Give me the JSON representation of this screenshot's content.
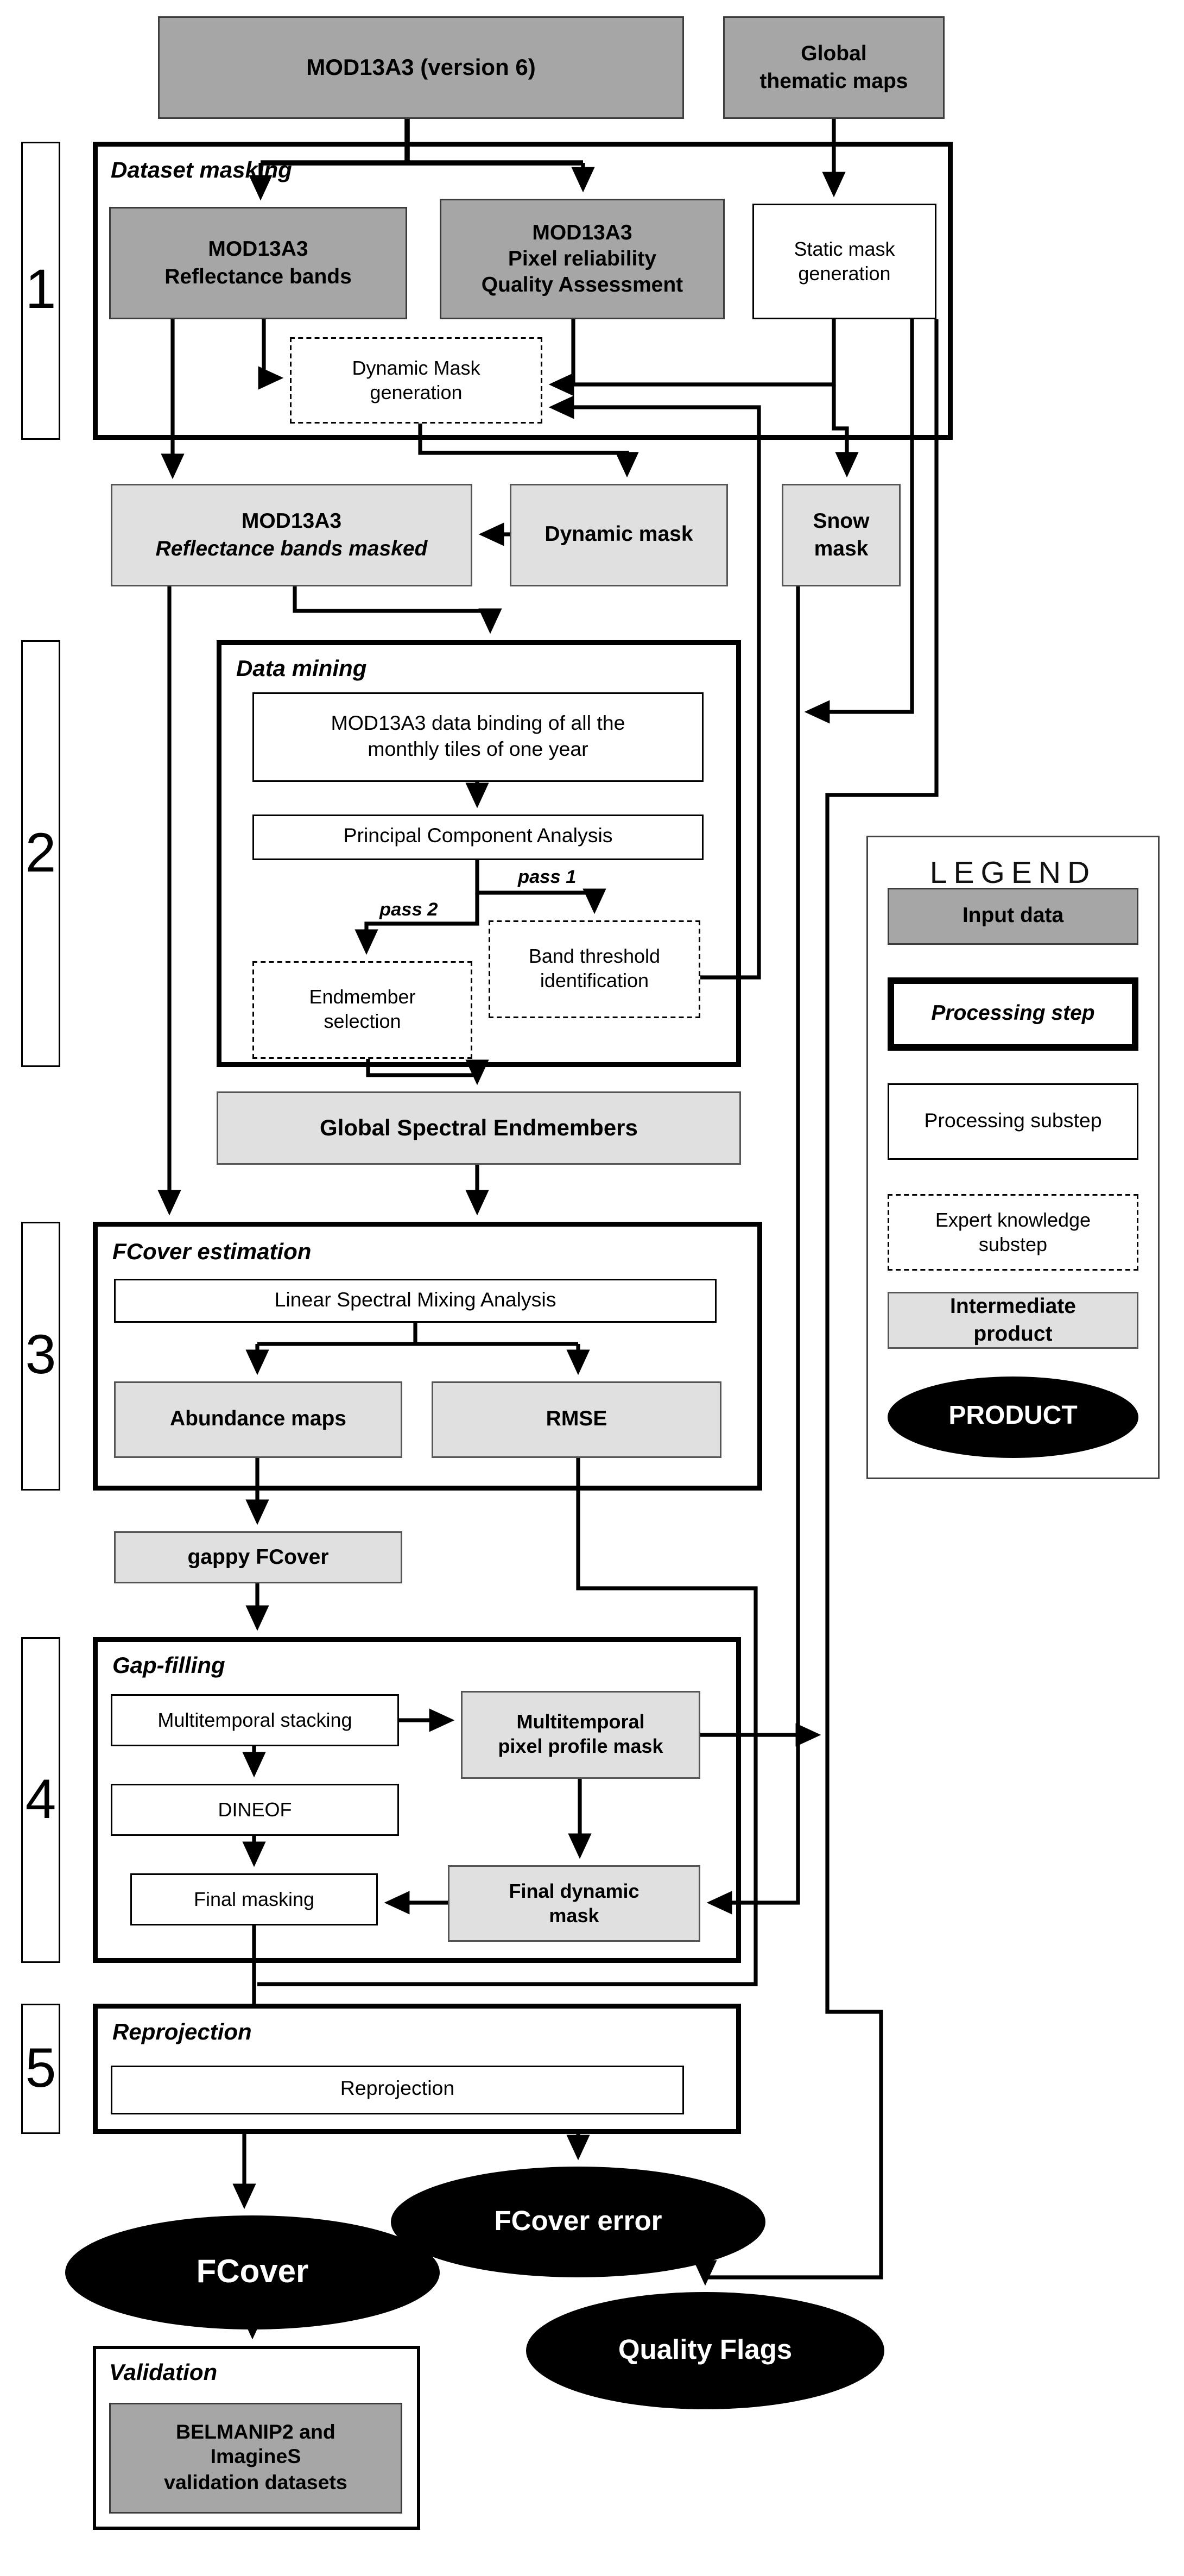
{
  "colors": {
    "input_data": "#a6a6a6",
    "intermediate_product": "#e0e0e0",
    "product": "#000000",
    "line": "#000000"
  },
  "nodes": {
    "mod13a3": "MOD13A3 (version 6)",
    "global_thematic_maps": "Global\nthematic maps",
    "reflectance_bands": "MOD13A3\nReflectance bands",
    "pixel_reliability": "MOD13A3\nPixel reliability\nQuality Assessment",
    "static_mask_generation": "Static mask\ngeneration",
    "dynamic_mask_generation": "Dynamic Mask\ngeneration",
    "reflectance_bands_masked": {
      "line1": "MOD13A3",
      "line2": "Reflectance bands masked"
    },
    "dynamic_mask": "Dynamic mask",
    "snow_mask": "Snow\nmask",
    "data_binding": "MOD13A3 data binding of all the\nmonthly tiles of one year",
    "pca": "Principal Component Analysis",
    "pass1": "pass 1",
    "pass2": "pass 2",
    "band_threshold": "Band threshold\nidentification",
    "endmember_selection": "Endmember\nselection",
    "global_spectral_endmembers": "Global Spectral Endmembers",
    "lsma": "Linear Spectral Mixing Analysis",
    "abundance_maps": "Abundance maps",
    "rmse": "RMSE",
    "gappy_fcover": "gappy FCover",
    "multitemporal_stacking": "Multitemporal stacking",
    "multitemporal_pixel_profile_mask": "Multitemporal\npixel profile mask",
    "dineof": "DINEOF",
    "final_masking": "Final masking",
    "final_dynamic_mask": "Final dynamic\nmask",
    "reprojection_substep": "Reprojection",
    "belmanip": "BELMANIP2 and\nImagineS\nvalidation datasets"
  },
  "sections": {
    "s1": {
      "number": "1",
      "label": "Dataset masking"
    },
    "s2": {
      "number": "2",
      "label": "Data mining"
    },
    "s3": {
      "number": "3",
      "label": "FCover estimation"
    },
    "s4": {
      "number": "4",
      "label": "Gap-filling"
    },
    "s5": {
      "number": "5",
      "label": "Reprojection"
    },
    "validation": {
      "label": "Validation"
    }
  },
  "products": {
    "fcover": "FCover",
    "fcover_error": "FCover error",
    "quality_flags": "Quality Flags"
  },
  "legend": {
    "title": "LEGEND",
    "input": "Input data",
    "step": "Processing step",
    "substep": "Processing substep",
    "expert": "Expert knowledge\nsubstep",
    "intermediate": "Intermediate\nproduct",
    "product": "PRODUCT"
  }
}
